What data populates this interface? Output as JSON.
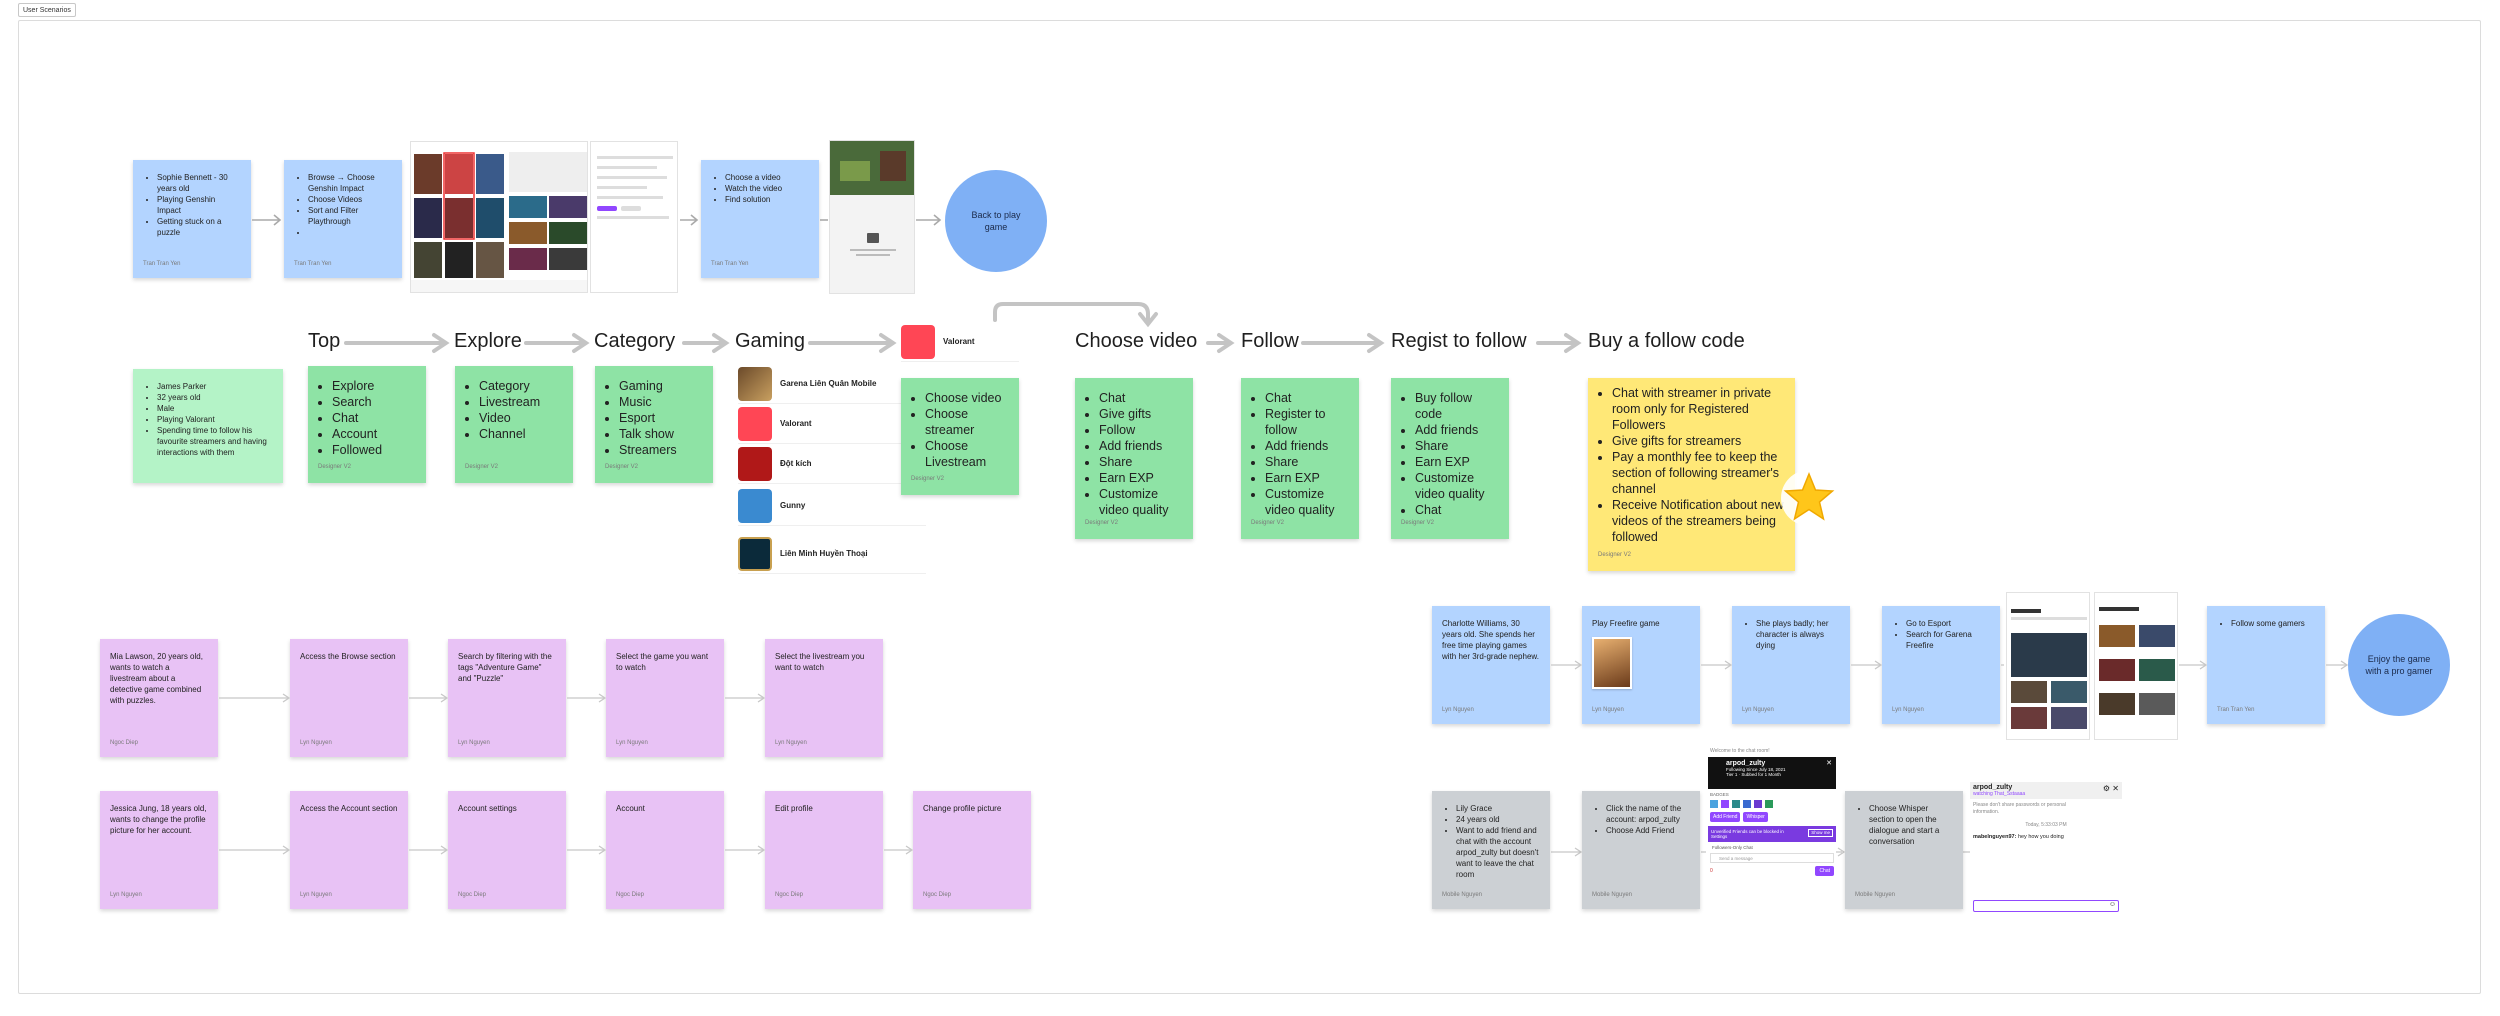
{
  "frame_label": "User Scenarios",
  "headings": {
    "top": "Top",
    "explore": "Explore",
    "category": "Category",
    "gaming": "Gaming",
    "choose_video": "Choose video",
    "follow": "Follow",
    "regist": "Regist to follow",
    "buy": "Buy a follow code"
  },
  "row1": {
    "persona": [
      "Sophie Bennett - 30 years old",
      "Playing Genshin Impact",
      "Getting stuck on a puzzle"
    ],
    "persona_author": "Tran Tran Yen",
    "browse": [
      "Browse → Choose Genshin Impact",
      "Choose Videos",
      "Sort and Filter Playthrough"
    ],
    "browse_author": "Tran Tran Yen",
    "video": [
      "Choose a video",
      "Watch the video",
      "Find solution"
    ],
    "video_author": "Tran Tran Yen",
    "end": "Back to play game"
  },
  "row2": {
    "persona": [
      "James Parker",
      "32 years old",
      "Male",
      "Playing Valorant",
      "Spending time to follow his favourite streamers and having interactions with them"
    ],
    "top": [
      "Explore",
      "Search",
      "Chat",
      "Account",
      "Followed"
    ],
    "explore": [
      "Category",
      "Livestream",
      "Video",
      "Channel"
    ],
    "category": [
      "Gaming",
      "Music",
      "Esport",
      "Talk show",
      "Streamers"
    ],
    "valorant_label": "Valorant",
    "choose": [
      "Choose video",
      "Choose streamer",
      "Choose Livestream"
    ],
    "choose_video": [
      "Chat",
      "Give gifts",
      "Follow",
      "Add friends",
      "Share",
      "Earn EXP",
      "Customize video quality"
    ],
    "follow": [
      "Chat",
      "Register to follow",
      "Add friends",
      "Share",
      "Earn EXP",
      "Customize video quality"
    ],
    "regist": [
      "Buy follow code",
      "Add friends",
      "Share",
      "Earn EXP",
      "Customize video quality",
      "Chat"
    ],
    "buy": [
      "Chat with streamer in private room only for Registered Followers",
      "Give gifts for streamers",
      "Pay a monthly fee to keep the section of following streamer's channel",
      "Receive Notification about new videos of the  streamers being followed"
    ],
    "author": "Designer V2",
    "games": [
      "Garena Liên Quân Mobile",
      "Valorant",
      "Đột kích",
      "Gunny",
      "Liên Minh Huyền Thoại"
    ]
  },
  "row3": {
    "notes": [
      "Mia Lawson, 20 years old, wants to watch a livestream about a detective game combined with puzzles.",
      "Access the Browse section",
      "Search by filtering with the tags \"Adventure Game\" and \"Puzzle\"",
      "Select the game you want to watch",
      "Select the livestream you want to watch"
    ],
    "authors": [
      "Ngoc Diep",
      "Lyn Nguyen",
      "Lyn Nguyen",
      "Lyn Nguyen",
      "Lyn Nguyen"
    ]
  },
  "row4": {
    "notes": [
      "Jessica Jung, 18 years old, wants to change the profile picture for her account.",
      "Access the Account section",
      "Account settings",
      "Account",
      "Edit profile",
      "Change profile picture"
    ],
    "authors": [
      "Lyn Nguyen",
      "Lyn Nguyen",
      "Ngoc Diep",
      "Ngoc Diep",
      "Ngoc Diep",
      "Ngoc Diep"
    ]
  },
  "row5": {
    "persona": "Charlotte Williams, 30 years old. She spends her free time playing games with her 3rd-grade nephew.",
    "play": "Play Freefire game",
    "bad": [
      "She plays badly; her character is always dying"
    ],
    "esport": [
      "Go to Esport",
      "Search for Garena Freefire"
    ],
    "follow": [
      "Follow some gamers"
    ],
    "end": "Enjoy the game with a pro gamer",
    "authors": [
      "Lyn Nguyen",
      "Lyn Nguyen",
      "Lyn Nguyen",
      "Lyn Nguyen",
      "Tran Tran Yen"
    ]
  },
  "row6": {
    "persona": [
      "Lily Grace",
      "24 years old",
      "Want to add friend and chat with the account arpod_zulty but doesn't want to leave the chat room"
    ],
    "click": [
      "Click the name of the account: arpod_zulty",
      "Choose Add Friend"
    ],
    "whisper": [
      "Choose Whisper section to open the dialogue and start a conversation"
    ],
    "authors": [
      "Mobile Nguyen",
      "Mobile Nguyen",
      "Mobile Nguyen"
    ],
    "card": {
      "welcome": "Welcome to the chat room!",
      "user": "arpod_zulty",
      "following": "Following Since July 18, 2021",
      "tier": "Tier 1 · Subbed for 1 Month",
      "badges": "BADGES",
      "add_friend": "Add Friend",
      "whisper": "Whisper",
      "notice": "Unverified Friends can be blocked in Settings",
      "show": "Show me",
      "slow": "Followers-Only Chat",
      "send_placeholder": "Send a message",
      "chat_btn": "Chat",
      "points": "0"
    },
    "whisper_panel": {
      "user": "arpod_zulty",
      "watching": "watching That_Sstaaaa",
      "warning": "Please don't share passwords or personal information.",
      "time": "Today, 5:33:03 PM",
      "sender": "mabelnguyen97:",
      "message": "hey how you doing"
    }
  },
  "colors": {
    "blue": "#b3d4ff",
    "green": "#8ee3a5",
    "purple": "#e8c2f5",
    "gray": "#ccd0d4",
    "yellow": "#ffe877",
    "twitch": "#9147ff",
    "circle": "#7fb0f5"
  }
}
